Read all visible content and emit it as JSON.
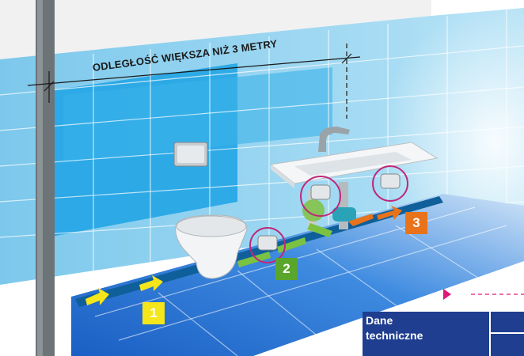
{
  "dimension_label": "ODLEGŁOŚĆ WIĘKSZA NIŻ 3 METRY",
  "markers": [
    {
      "label": "1",
      "color": "#f5e51b"
    },
    {
      "label": "2",
      "color": "#5aa52c"
    },
    {
      "label": "3",
      "color": "#e8731b"
    }
  ],
  "tech_box": {
    "title_line1": "Dane",
    "title_line2": "techniczne",
    "color": "#1f3e8f"
  },
  "colors": {
    "tile_light": "#8fd3ef",
    "tile_dark": "#1a9be0",
    "floor": "#1f6fd0",
    "ring": "#c0287a",
    "pointer": "#e0177a",
    "arrow_yellow": "#f5e51b",
    "arrow_orange": "#e8731b",
    "flow_green": "#7cc242"
  }
}
